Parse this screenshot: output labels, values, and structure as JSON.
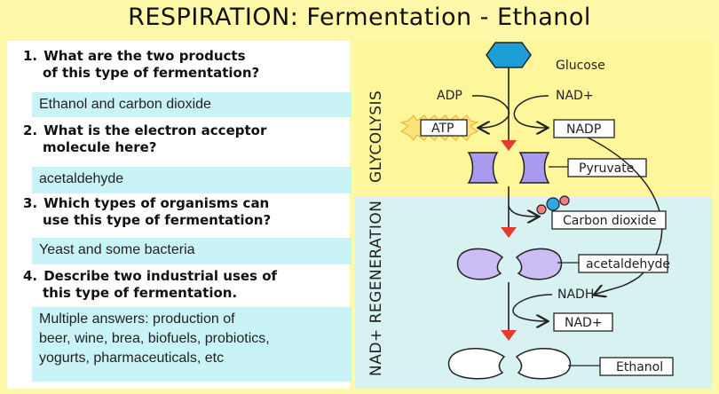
{
  "title": "RESPIRATION: Fermentation - Ethanol",
  "questions": [
    {
      "number": "1.",
      "line1": "What are the two products",
      "line2": "of this type of fermentation?",
      "answer": [
        "Ethanol and carbon dioxide"
      ]
    },
    {
      "number": "2.",
      "line1": "What is the electron acceptor",
      "line2": "molecule here?",
      "answer": [
        "acetaldehyde"
      ]
    },
    {
      "number": "3.",
      "line1": "Which types of organisms can",
      "line2": "use this type of fermentation?",
      "answer": [
        "Yeast and some bacteria"
      ]
    },
    {
      "number": "4.",
      "line1": "Describe two industrial uses of",
      "line2": "this type of fermentation.",
      "answer": [
        "Multiple answers: production of",
        "beer, wine, brea, biofuels, probiotics,",
        "yogurts, pharmaceuticals, etc"
      ]
    }
  ],
  "diagram": {
    "zone_labels": {
      "top": "GLYCOLYSIS",
      "bottom": "NAD+ REGENERATION"
    },
    "labels": {
      "glucose": "Glucose",
      "adp": "ADP",
      "nad_plus_top": "NAD+",
      "atp": "ATP",
      "nadp": "NADP",
      "pyruvate": "Pyruvate",
      "carbon_dioxide": "Carbon dioxide",
      "acetaldehyde": "acetaldehyde",
      "nadh": "NADH",
      "nad_plus_bottom": "NAD+",
      "ethanol": "Ethanol"
    },
    "colors": {
      "glucose": "#1e9ed6",
      "pyruvate": "#a99af0",
      "acetaldehyde": "#cdbdf5",
      "ethanol": "#ffffff",
      "arrow_head": "#e53b2c",
      "glycolysis_bg": "#fdf69a",
      "regeneration_bg": "#d8f1f1",
      "answer_bg": "#c9f3f6"
    }
  }
}
